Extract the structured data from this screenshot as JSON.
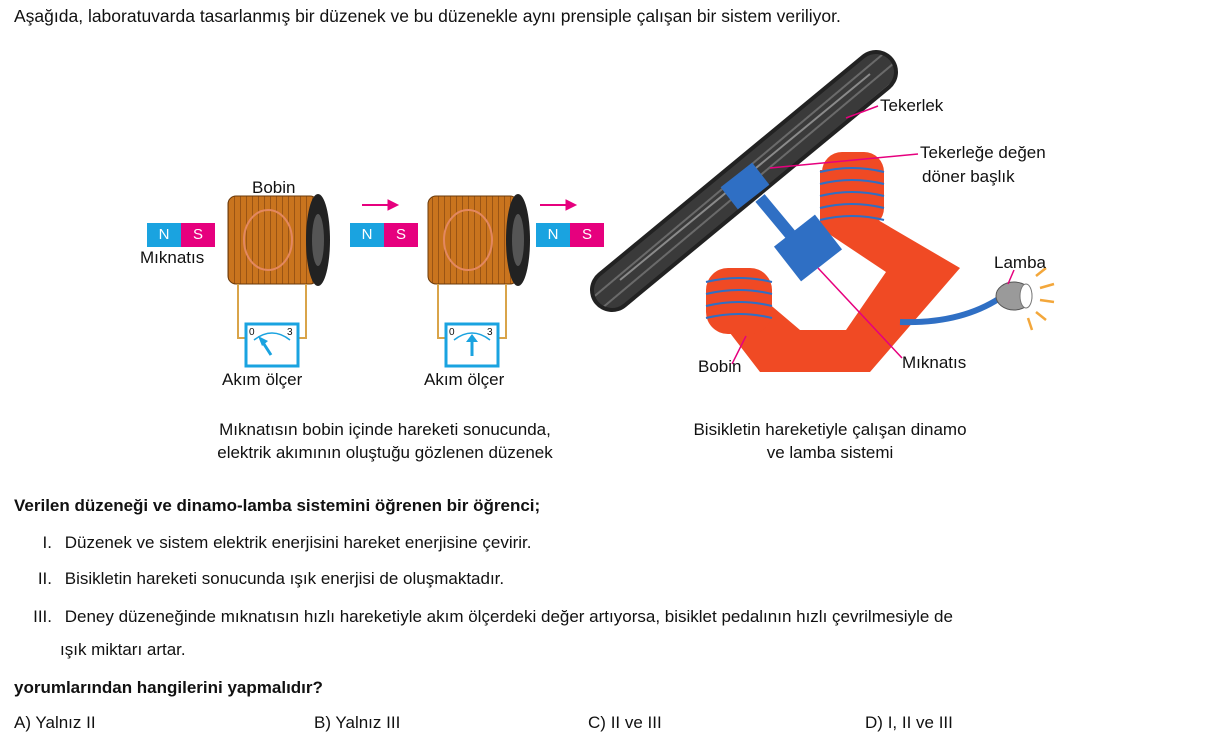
{
  "intro": "Aşağıda, laboratuvarda tasarlanmış bir düzenek ve bu düzenekle aynı prensiple çalışan bir sistem veriliyor.",
  "figure": {
    "labels": {
      "bobin_left": "Bobin",
      "miknatis_left": "Mıknatıs",
      "n": "N",
      "s": "S",
      "akim_olcer": "Akım ölçer",
      "meter_min": "0",
      "meter_max": "3",
      "tekerlek": "Tekerlek",
      "tekerlege_1": "Tekerleğe değen",
      "tekerlege_2": "döner başlık",
      "lamba": "Lamba",
      "bobin_right": "Bobin",
      "miknatis_right": "Mıknatıs"
    },
    "captions": {
      "left_1": "Mıknatısın bobin içinde hareketi sonucunda,",
      "left_2": "elektrik akımının oluştuğu gözlenen düzenek",
      "right_1": "Bisikletin hareketiyle çalışan dinamo",
      "right_2": "ve lamba sistemi"
    },
    "colors": {
      "coil": "#c9741e",
      "magnet_n": "#1aa3e0",
      "magnet_s": "#e6007e",
      "dynamo_body": "#f04a24",
      "dynamo_head": "#2f6fc4",
      "tire": "#3a3a3a",
      "pointer": "#e6007e"
    }
  },
  "question": {
    "stem": "Verilen düzeneği ve dinamo-lamba sistemini öğrenen bir öğrenci;",
    "items": [
      {
        "num": "I.",
        "text": "Düzenek ve sistem elektrik enerjisini hareket enerjisine çevirir."
      },
      {
        "num": "II.",
        "text": "Bisikletin hareketi sonucunda ışık enerjisi de oluşmaktadır."
      },
      {
        "num": "III.",
        "text": "Deney düzeneğinde mıknatısın hızlı hareketiyle akım ölçerdeki değer artıyorsa, bisiklet pedalının hızlı çevrilmesiyle de",
        "text2": "ışık miktarı artar."
      }
    ],
    "tail": "yorumlarından hangilerini yapmalıdır?",
    "options": [
      {
        "letter": "A)",
        "text": "Yalnız II"
      },
      {
        "letter": "B)",
        "text": "Yalnız III"
      },
      {
        "letter": "C)",
        "text": "II ve III"
      },
      {
        "letter": "D)",
        "text": "I, II ve III"
      }
    ]
  }
}
